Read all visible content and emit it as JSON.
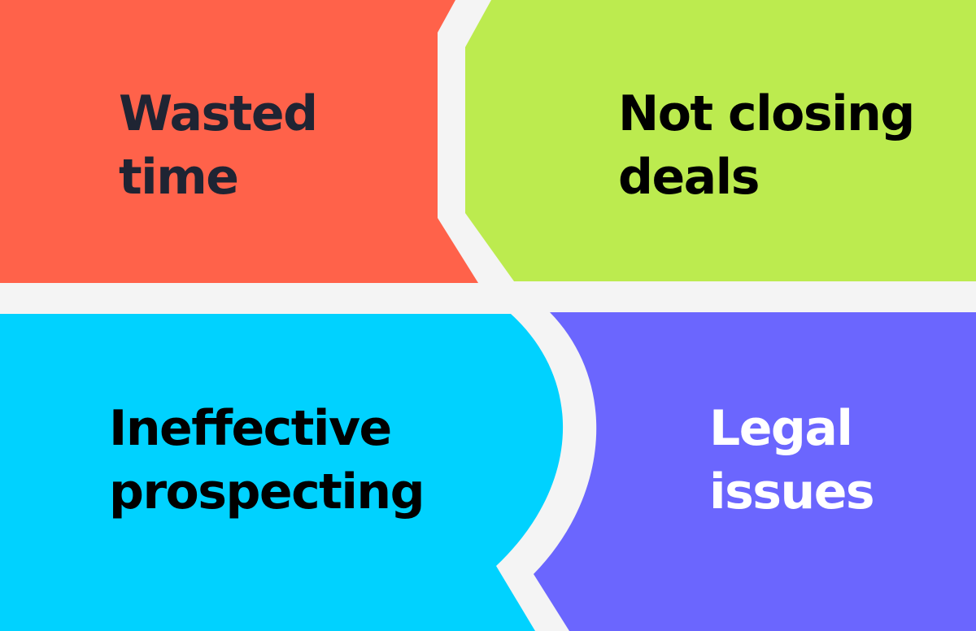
{
  "tiles": {
    "wasted_time": {
      "lines": [
        "Wasted",
        "time"
      ],
      "fill": "#ff624a",
      "text_color": "#1f2433"
    },
    "not_closing_deals": {
      "lines": [
        "Not closing",
        "deals"
      ],
      "fill": "#bceb4f",
      "text_color": "#000000"
    },
    "ineffective_prospecting": {
      "lines": [
        "Ineffective",
        "prospecting"
      ],
      "fill": "#00d2ff",
      "text_color": "#000000"
    },
    "legal_issues": {
      "lines": [
        "Legal",
        "issues"
      ],
      "fill": "#6b66fe",
      "text_color": "#ffffff"
    }
  },
  "background": "#f4f4f4"
}
